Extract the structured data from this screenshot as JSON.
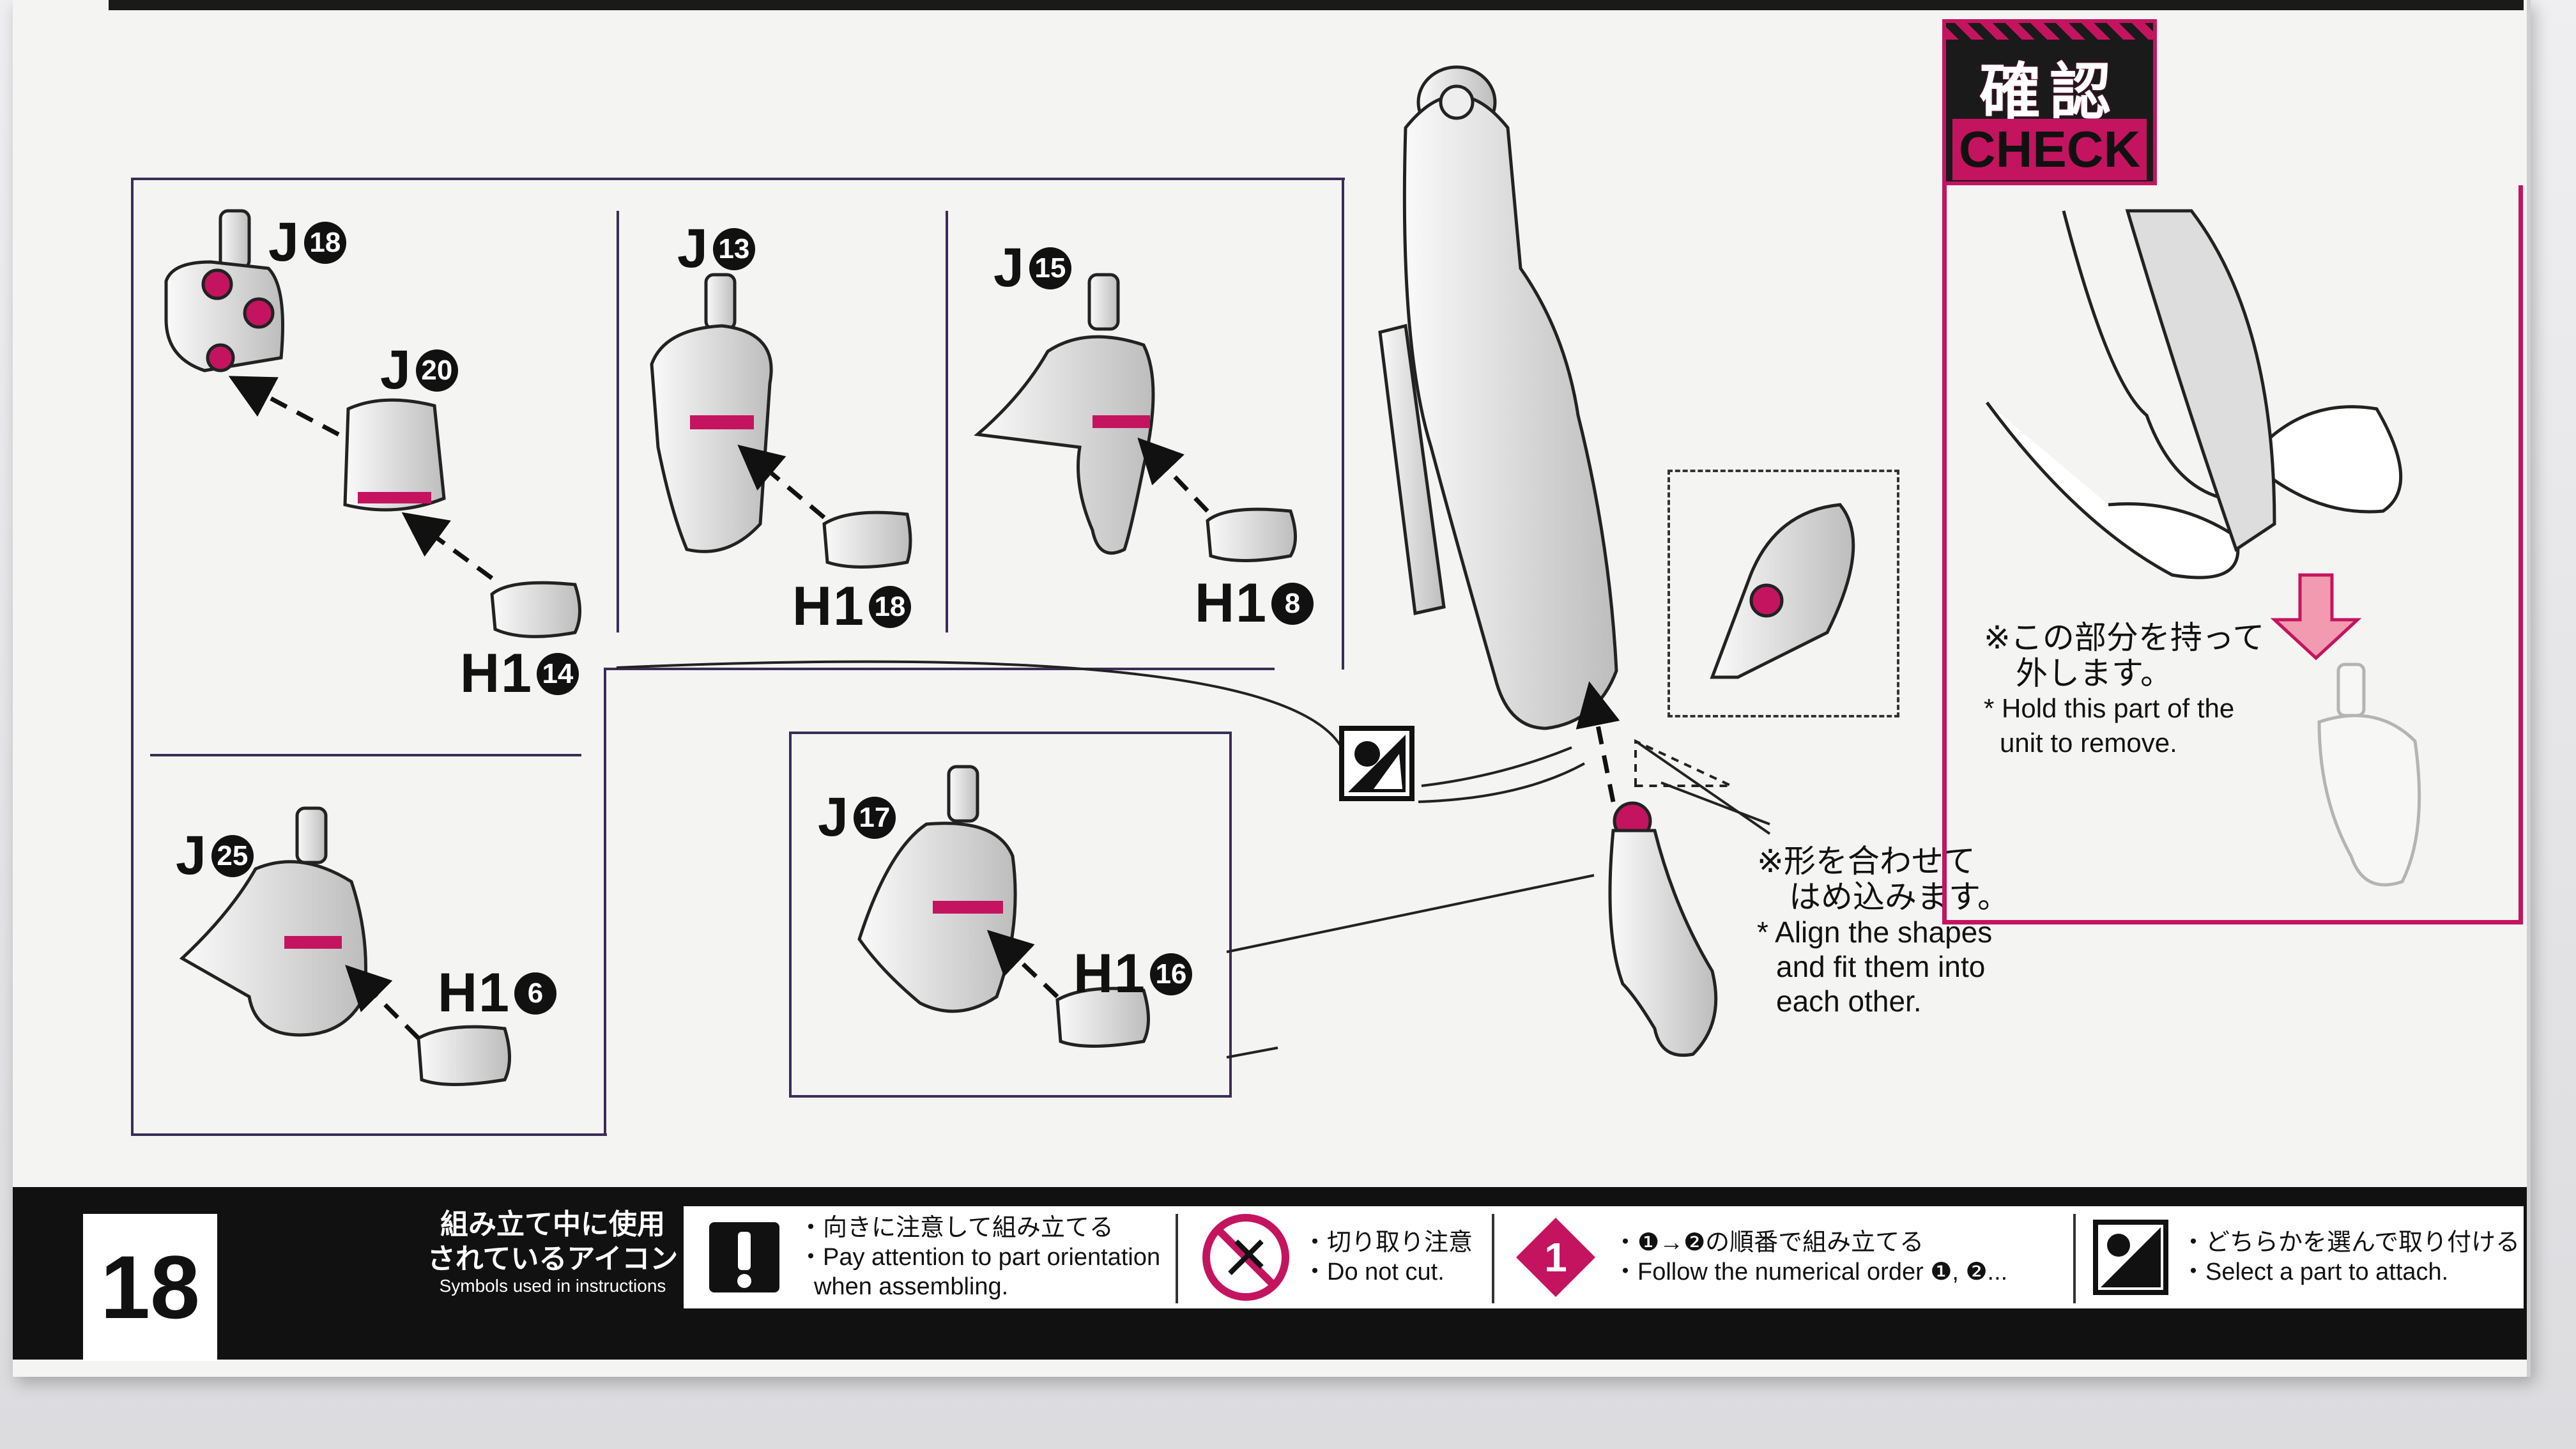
{
  "labels": {
    "j18": {
      "prefix": "J",
      "num": "18"
    },
    "j20": {
      "prefix": "J",
      "num": "20"
    },
    "h1_14": {
      "prefix": "H1",
      "num": "14"
    },
    "j13": {
      "prefix": "J",
      "num": "13"
    },
    "h1_18": {
      "prefix": "H1",
      "num": "18"
    },
    "j15": {
      "prefix": "J",
      "num": "15"
    },
    "h1_8": {
      "prefix": "H1",
      "num": "8"
    },
    "j25": {
      "prefix": "J",
      "num": "25"
    },
    "h1_6": {
      "prefix": "H1",
      "num": "6"
    },
    "j17": {
      "prefix": "J",
      "num": "17"
    },
    "h1_16": {
      "prefix": "H1",
      "num": "16"
    }
  },
  "align_note": {
    "jp_line1": "※形を合わせて",
    "jp_line2": "はめ込みます。",
    "en_line1": "* Align the shapes",
    "en_line2": "and fit them into",
    "en_line3": "each other."
  },
  "check": {
    "kanji": "確認",
    "word": "CHECK",
    "jp_line1": "※この部分を持って",
    "jp_line2": "外します。",
    "en_line1": "* Hold this part of the",
    "en_line2": "unit to remove."
  },
  "footer": {
    "page_number": "18",
    "symbols_title_jp1": "組み立て中に使用",
    "symbols_title_jp2": "されているアイコン",
    "symbols_title_en": "Symbols used in instructions",
    "legend": [
      {
        "icon": "exclamation-icon",
        "jp": "・向きに注意して組み立てる",
        "en1": "・Pay attention to part orientation",
        "en2": "when assembling."
      },
      {
        "icon": "no-cut-icon",
        "jp": "・切り取り注意",
        "en1": "・Do not cut.",
        "en2": ""
      },
      {
        "icon": "numbered-step-icon",
        "step": "1",
        "jp": "・❶→❷の順番で組み立てる",
        "en1": "・Follow the numerical order ❶, ❷...",
        "en2": ""
      },
      {
        "icon": "select-part-icon",
        "jp": "・どちらかを選んで取り付ける",
        "en1": "・Select a part to attach.",
        "en2": ""
      }
    ]
  },
  "colors": {
    "accent": "#c4145f",
    "frame": "#3a2d55",
    "ink": "#111111"
  }
}
